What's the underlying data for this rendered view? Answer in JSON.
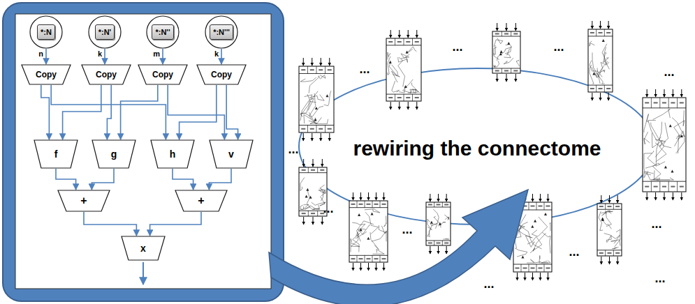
{
  "diagram": {
    "nodes": [
      {
        "text": [
          "*:N"
        ]
      },
      {
        "text": [
          "*:N'"
        ]
      },
      {
        "text": [
          "*:N''"
        ]
      },
      {
        "text": [
          "*:N'''"
        ]
      },
      {
        "text": [
          "Copy"
        ]
      },
      {
        "text": [
          "Copy"
        ]
      },
      {
        "text": [
          "Copy"
        ]
      },
      {
        "text": [
          "Copy"
        ]
      },
      {
        "text": [
          "f"
        ]
      },
      {
        "text": [
          "g"
        ]
      },
      {
        "text": [
          "h"
        ]
      },
      {
        "text": [
          "v"
        ]
      },
      {
        "text": [
          "+"
        ]
      },
      {
        "text": [
          "+"
        ]
      },
      {
        "text": [
          "x"
        ]
      }
    ],
    "edges": [
      {
        "from": 0,
        "to": 4,
        "arrow": "to",
        "label": "n"
      },
      {
        "from": 1,
        "to": 5,
        "arrow": "to",
        "label": "k"
      },
      {
        "from": 2,
        "to": 6,
        "arrow": "to",
        "label": "m"
      },
      {
        "from": 3,
        "to": 7,
        "arrow": "to",
        "label": "k"
      },
      {
        "from": 4,
        "to": 8,
        "arrow": "to"
      },
      {
        "from": 4,
        "to": 10,
        "arrow": "to"
      },
      {
        "from": 5,
        "to": 8,
        "arrow": "to"
      },
      {
        "from": 5,
        "to": 9,
        "arrow": "to"
      },
      {
        "from": 6,
        "to": 9,
        "arrow": "to"
      },
      {
        "from": 6,
        "to": 11,
        "arrow": "to"
      },
      {
        "from": 7,
        "to": 10,
        "arrow": "to"
      },
      {
        "from": 7,
        "to": 11,
        "arrow": "to"
      },
      {
        "from": 8,
        "to": 12,
        "arrow": "to"
      },
      {
        "from": 9,
        "to": 12,
        "arrow": "to"
      },
      {
        "from": 10,
        "to": 13,
        "arrow": "to"
      },
      {
        "from": 11,
        "to": 13,
        "arrow": "to"
      },
      {
        "from": 12,
        "to": 14,
        "arrow": "to"
      },
      {
        "from": 13,
        "to": 14,
        "arrow": "to"
      }
    ],
    "labels": [
      "...",
      "...",
      "...",
      "...",
      "...",
      "rewiring the connectome",
      "...",
      "...",
      "...",
      "...",
      "...",
      "..."
    ]
  }
}
